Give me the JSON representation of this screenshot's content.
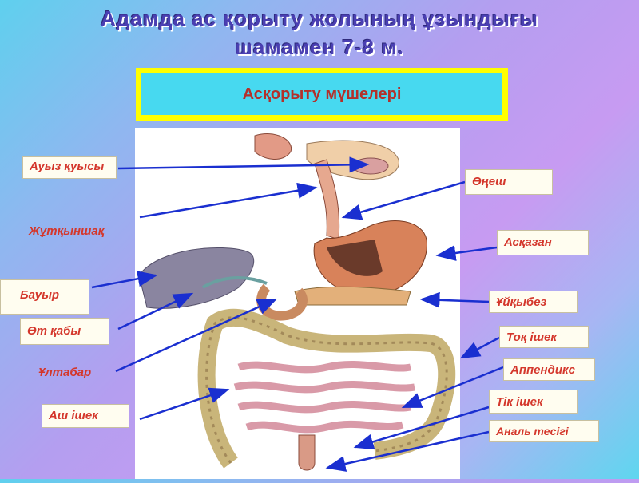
{
  "title": {
    "line1": "Адамда ас қорыту жолының ұзындығы",
    "line2": "шамамен 7-8 м."
  },
  "subtitle": "Асқорыту  мүшелері",
  "labels": {
    "mouth": "Ауыз қуысы",
    "pharynx": "Жұтқыншақ",
    "liver": "Бауыр",
    "gallbladder": "Өт қабы",
    "duodenum": "Ұлтабар",
    "small_intestine": "Аш ішек",
    "esophagus": "Өңеш",
    "stomach": "Асқазан",
    "pancreas": "Ұйқыбез",
    "colon": "Тоқ ішек",
    "appendix": "Аппендикс",
    "rectum": "Тік ішек",
    "anus": "Аналь тесігі"
  },
  "colors": {
    "title": "#4a3fb2",
    "label_text": "#d4372c",
    "subtitle_frame": "#ffff00",
    "subtitle_fill": "#47d9f0",
    "arrow": "#1a2fd0"
  }
}
